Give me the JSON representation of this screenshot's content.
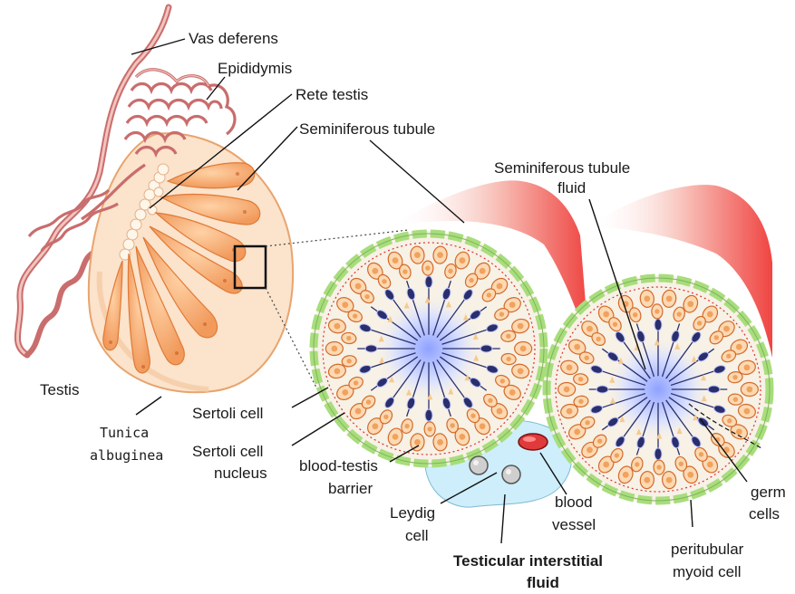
{
  "labels": {
    "vas_deferens": "Vas deferens",
    "epididymis": "Epididymis",
    "rete_testis": "Rete testis",
    "seminiferous_tubule": "Seminiferous tubule",
    "tubule_fluid_line1": "Seminiferous tubule",
    "tubule_fluid_line2": "fluid",
    "testis": "Testis",
    "tunica_line1": "Tunica",
    "tunica_line2": "albuginea",
    "sertoli_cell": "Sertoli cell",
    "sertoli_nucleus_line1": "Sertoli cell",
    "sertoli_nucleus_line2": "nucleus",
    "btb_line1": "blood-testis",
    "btb_line2": "barrier",
    "leydig_line1": "Leydig",
    "leydig_line2": "cell",
    "blood_vessel_line1": "blood",
    "blood_vessel_line2": "vessel",
    "interstitial_line1": "Testicular interstitial",
    "interstitial_line2": "fluid",
    "myoid_line1": "peritubular",
    "myoid_line2": "myoid cell",
    "germ_line1": "germ",
    "germ_line2": "cells"
  },
  "colors": {
    "testis_fill": "#fbe3cc",
    "testis_stroke": "#e8a46e",
    "lobule_fill": "#f6b079",
    "duct_stroke": "#c96d6d",
    "myoid_green": "#a8dd7c",
    "sertoli_dark": "#2a2f6b",
    "lumen_blue": "#a9b9ff",
    "interstitial": "#cdeefa",
    "vessel_red": "#e03a3a",
    "leydig_gray": "#bfbfbf"
  }
}
